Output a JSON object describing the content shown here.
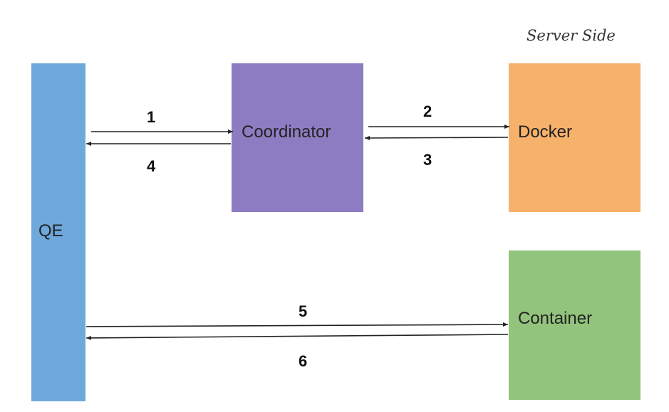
{
  "server_side_label": "Server Side",
  "nodes": {
    "qe": {
      "label": "QE",
      "color": "#6fa8dc"
    },
    "coordinator": {
      "label": "Coordinator",
      "color": "#8e7cc3"
    },
    "docker": {
      "label": "Docker",
      "color": "#f6b26b"
    },
    "container": {
      "label": "Container",
      "color": "#93c47d"
    }
  },
  "edges": [
    {
      "label": "1",
      "from": "QE",
      "to": "Coordinator"
    },
    {
      "label": "2",
      "from": "Coordinator",
      "to": "Docker"
    },
    {
      "label": "3",
      "from": "Docker",
      "to": "Coordinator"
    },
    {
      "label": "4",
      "from": "Coordinator",
      "to": "QE"
    },
    {
      "label": "5",
      "from": "QE",
      "to": "Container"
    },
    {
      "label": "6",
      "from": "Container",
      "to": "QE"
    }
  ],
  "colors": {
    "arrow": "#222222"
  }
}
